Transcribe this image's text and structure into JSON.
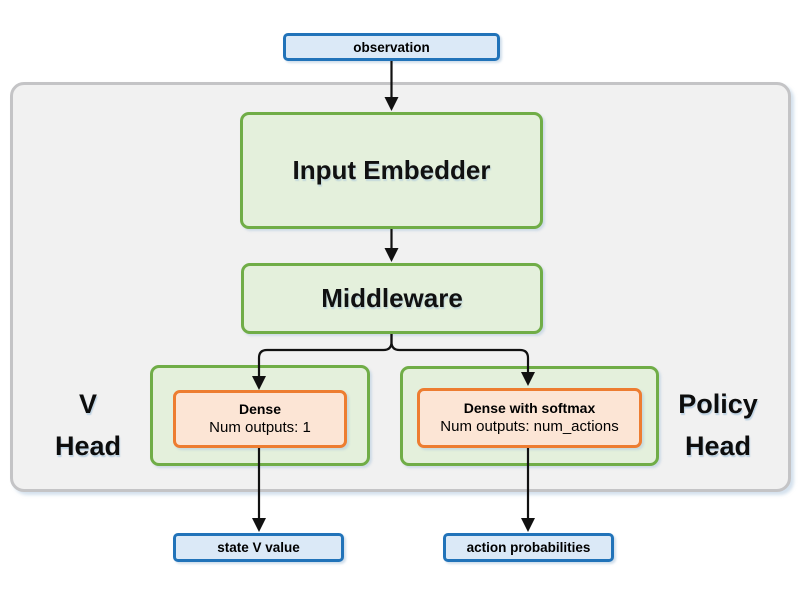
{
  "diagram": {
    "nodes": {
      "observation": {
        "label": "observation"
      },
      "input_embedder": {
        "label": "Input Embedder"
      },
      "middleware": {
        "label": "Middleware"
      },
      "v_head": {
        "line1": "V",
        "line2": "Head"
      },
      "policy_head": {
        "line1": "Policy",
        "line2": "Head"
      },
      "dense": {
        "title": "Dense",
        "subtitle": "Num outputs: 1"
      },
      "dense_with_softmax": {
        "title": "Dense with softmax",
        "subtitle": "Num outputs: num_actions"
      },
      "state_v_value": {
        "label": "state V value"
      },
      "action_probabilities": {
        "label": "action probabilities"
      }
    },
    "colors": {
      "blue_border": "#2173b9",
      "blue_fill": "#dbe9f7",
      "green_border": "#70ad47",
      "green_fill": "#e4f0dc",
      "orange_border": "#ed7d31",
      "orange_fill": "#fce5d5",
      "container_fill": "#f1f1f1",
      "container_border": "#c4c4c6",
      "arrow_color": "#111111"
    }
  }
}
